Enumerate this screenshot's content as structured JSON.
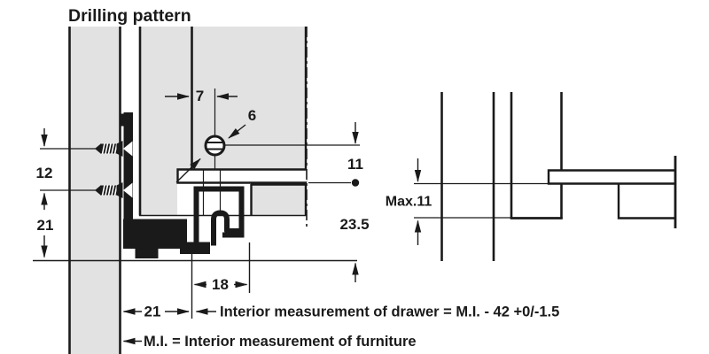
{
  "title": "Drilling pattern",
  "colors": {
    "panel": "#e2e2e2",
    "ink": "#1a1a1a",
    "paper": "#ffffff"
  },
  "dimensions": {
    "hole_inset": "7",
    "hole_diameter": "6",
    "hole_to_drawer_bottom": "11",
    "screw_spacing": "12",
    "screw_to_bottom_edge": "21",
    "bottom_reference_offset": "23.5",
    "hook_profile_width": "18",
    "side_clearance": "21",
    "max_gap": "Max.11"
  },
  "notes": {
    "drawer_formula": "Interior measurement of drawer = M.I. - 42 +0/-1.5",
    "mi_legend": "M.I. = Interior measurement of furniture"
  }
}
